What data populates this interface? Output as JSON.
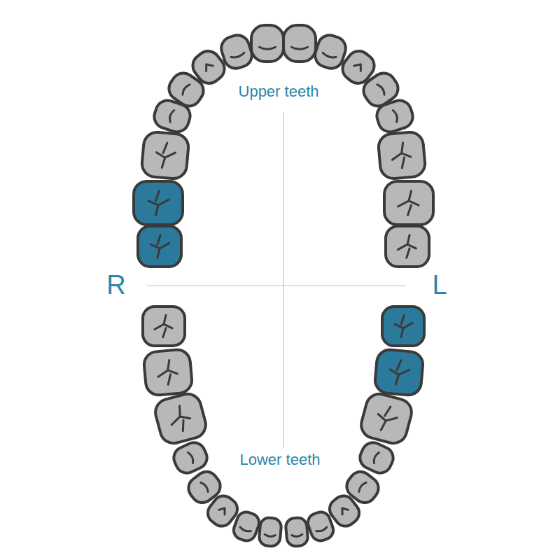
{
  "diagram": {
    "labels": [
      "Upper teeth",
      "Lower teeth",
      "R",
      "L"
    ]
  }
}
